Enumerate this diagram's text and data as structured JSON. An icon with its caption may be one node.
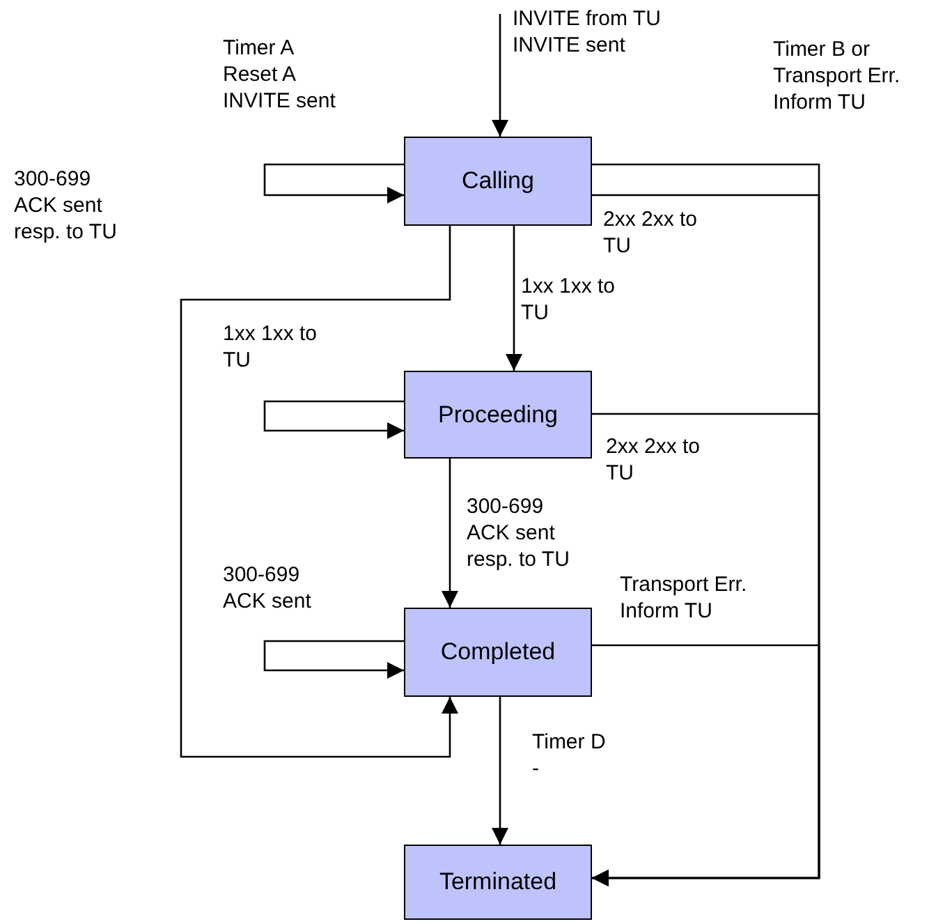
{
  "diagram": {
    "nodes": [
      {
        "text": [
          "Calling"
        ]
      },
      {
        "text": [
          "Proceeding"
        ]
      },
      {
        "text": [
          "Completed"
        ]
      },
      {
        "text": [
          "Terminated"
        ]
      }
    ],
    "edges": [
      {
        "from": null,
        "to": 0,
        "arrow": "to",
        "label": "INVITE from TU INVITE sent"
      },
      {
        "from": 0,
        "to": 0,
        "arrow": "to",
        "label": "Timer A Reset A INVITE sent"
      },
      {
        "from": 0,
        "to": 3,
        "arrow": "to",
        "label": "Timer B or Transport Err. Inform TU"
      },
      {
        "from": 0,
        "to": 3,
        "arrow": "to",
        "label": "2xx 2xx to TU"
      },
      {
        "from": 0,
        "to": 1,
        "arrow": "to",
        "label": "1xx 1xx to TU"
      },
      {
        "from": 0,
        "to": 2,
        "arrow": "to",
        "label": "300-699 ACK sent resp. to TU"
      },
      {
        "from": 1,
        "to": 1,
        "arrow": "to",
        "label": "1xx 1xx to TU"
      },
      {
        "from": 1,
        "to": 3,
        "arrow": "to",
        "label": "2xx 2xx to TU"
      },
      {
        "from": 1,
        "to": 2,
        "arrow": "to",
        "label": "300-699 ACK sent resp. to TU"
      },
      {
        "from": 2,
        "to": 2,
        "arrow": "to",
        "label": "300-699 ACK sent"
      },
      {
        "from": 2,
        "to": 3,
        "arrow": "to",
        "label": "Transport Err. Inform TU"
      },
      {
        "from": 2,
        "to": 3,
        "arrow": "to",
        "label": "Timer D -"
      }
    ]
  }
}
